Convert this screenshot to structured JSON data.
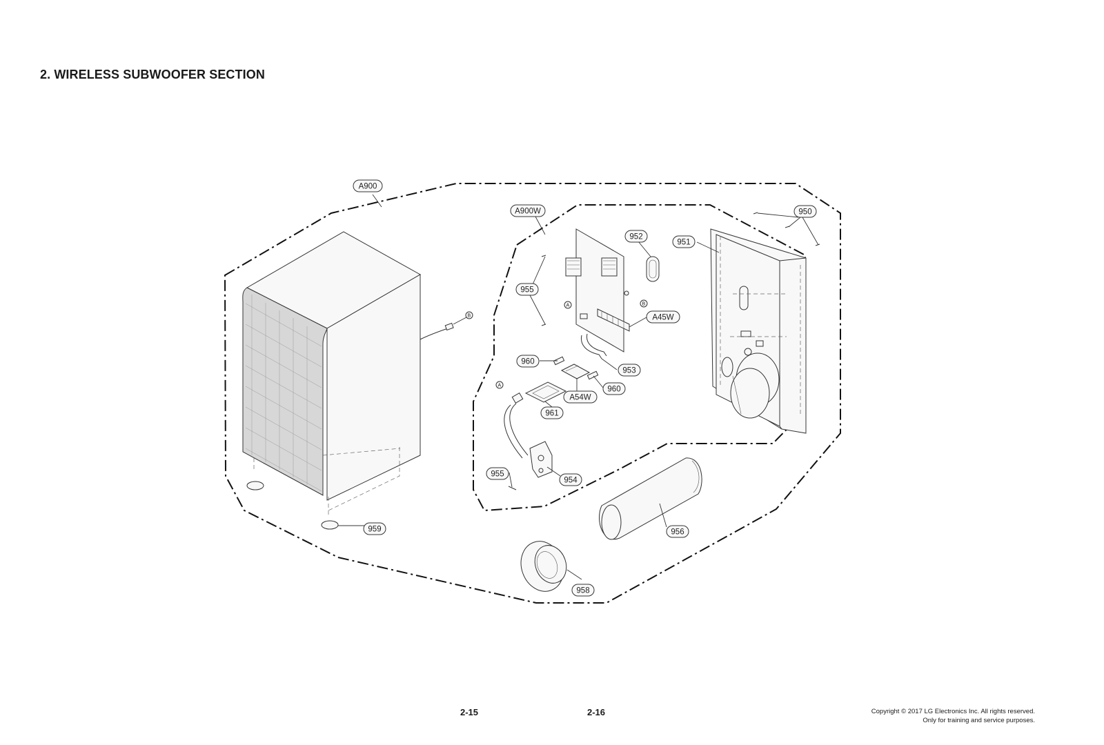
{
  "section_title": "2. WIRELESS SUBWOOFER SECTION",
  "footer": {
    "page_left": "2-15",
    "page_right": "2-16",
    "copyright_line1": "Copyright © 2017 LG Electronics Inc. All rights reserved.",
    "copyright_line2": "Only for training and service purposes."
  },
  "callouts": {
    "a900": "A900",
    "a900w": "A900W",
    "c950": "950",
    "c951": "951",
    "c952": "952",
    "c953": "953",
    "c954": "954",
    "c955_top": "955",
    "c955_bottom": "955",
    "c956": "956",
    "c958": "958",
    "c959": "959",
    "c960_left": "960",
    "c960_right": "960",
    "c961": "961",
    "a45w": "A45W",
    "a54w": "A54W"
  },
  "connection_refs": {
    "b_cabinet": "B",
    "b_board": "B",
    "a_board": "A",
    "a_cable": "A"
  }
}
